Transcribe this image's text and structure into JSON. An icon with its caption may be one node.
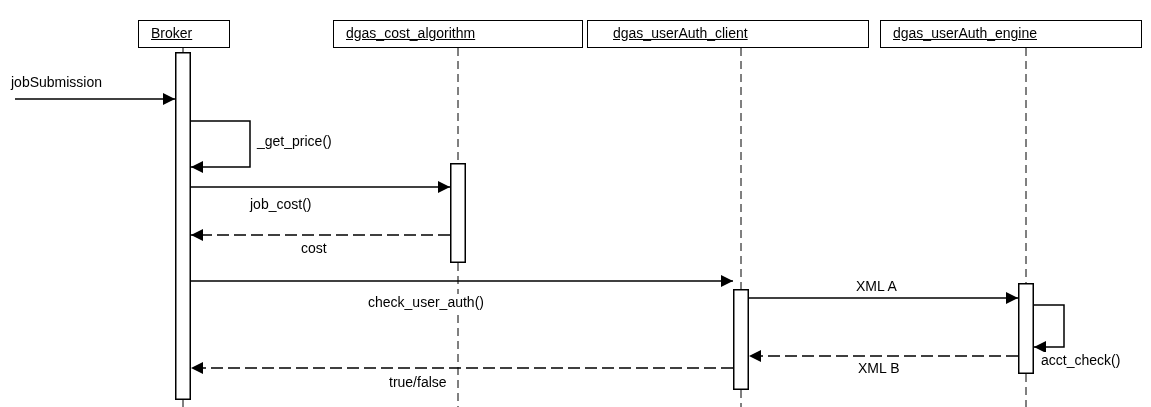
{
  "diagram": {
    "nodes": [
      {
        "text": [
          "Broker"
        ]
      },
      {
        "text": [
          "dgas_cost_algorithm"
        ]
      },
      {
        "text": [
          "dgas_userAuth_client"
        ]
      },
      {
        "text": [
          "dgas_userAuth_engine"
        ]
      },
      {
        "text": [],
        "shape": "bar"
      },
      {
        "text": [],
        "shape": "bar"
      },
      {
        "text": [],
        "shape": "bar"
      },
      {
        "text": [],
        "shape": "bar"
      }
    ],
    "edges": [
      {
        "from": 0,
        "to": 4,
        "arrow": "none"
      },
      {
        "from": 1,
        "to": 5,
        "arrow": "none",
        "style": "dashed"
      },
      {
        "from": 2,
        "to": 6,
        "arrow": "none",
        "style": "dashed"
      },
      {
        "from": 3,
        "to": 7,
        "arrow": "none",
        "style": "dashed"
      },
      {
        "from": null,
        "to": 4,
        "arrow": "to",
        "label": "jobSubmission"
      },
      {
        "from": 4,
        "to": 4,
        "arrow": "to",
        "label": "_get_price()"
      },
      {
        "from": 4,
        "to": 5,
        "arrow": "to",
        "label": "job_cost()"
      },
      {
        "from": 5,
        "to": 4,
        "arrow": "to",
        "label": "cost",
        "style": "dashed"
      },
      {
        "from": 4,
        "to": 6,
        "arrow": "to",
        "label": "check_user_auth()"
      },
      {
        "from": 6,
        "to": 7,
        "arrow": "to",
        "label": "XML A"
      },
      {
        "from": 7,
        "to": 7,
        "arrow": "to",
        "label": "acct_check()"
      },
      {
        "from": 7,
        "to": 6,
        "arrow": "to",
        "label": "XML B",
        "style": "dashed"
      },
      {
        "from": 6,
        "to": 4,
        "arrow": "to",
        "label": "true/false",
        "style": "dashed"
      }
    ]
  }
}
